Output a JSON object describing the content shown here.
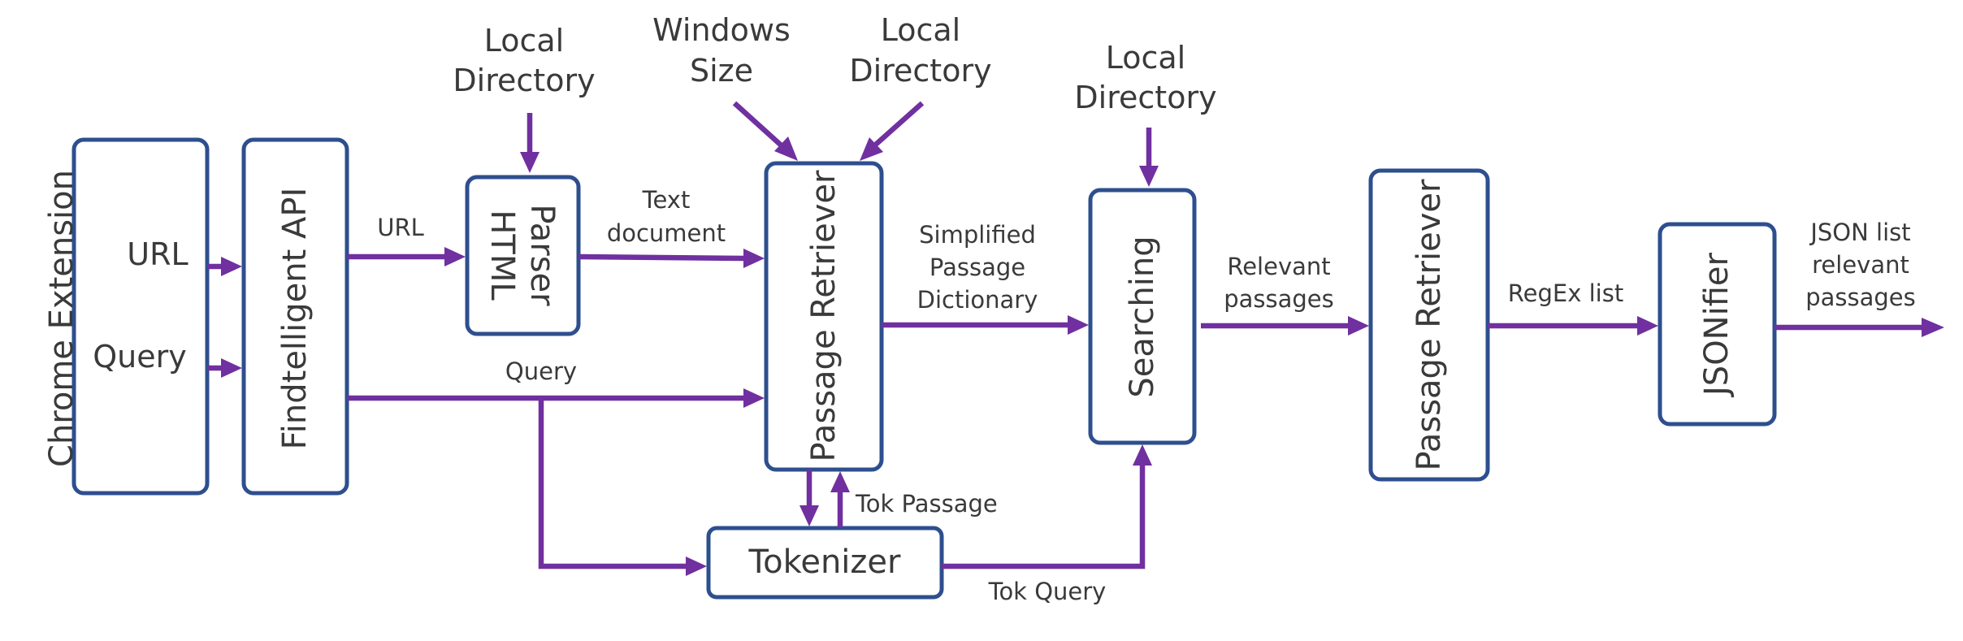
{
  "colors": {
    "box_stroke": "#2e4f8e",
    "arrow": "#7030a0",
    "text": "#3a3a3a",
    "background": "#ffffff"
  },
  "nodes": {
    "chrome_extension": {
      "label": "Chrome Extension",
      "url": "URL",
      "query": "Query"
    },
    "findtelligent_api": {
      "label": "Findtelligent API"
    },
    "html_parser": {
      "line1": "HTML",
      "line2": "Parser"
    },
    "passage_retriever_1": {
      "label": "Passage Retriever"
    },
    "tokenizer": {
      "label": "Tokenizer"
    },
    "searching": {
      "label": "Searching"
    },
    "passage_retriever_2": {
      "label": "Passage Retriever"
    },
    "jsonifier": {
      "label": "JSONifier"
    }
  },
  "inputs": {
    "local_directory_1": [
      "Local",
      "Directory"
    ],
    "windows_size": [
      "Windows",
      "Size"
    ],
    "local_directory_2": [
      "Local",
      "Directory"
    ],
    "local_directory_3": [
      "Local",
      "Directory"
    ]
  },
  "edges": {
    "url": "URL",
    "text_document": [
      "Text",
      "document"
    ],
    "query": "Query",
    "simplified_passage_dictionary": [
      "Simplified",
      "Passage",
      "Dictionary"
    ],
    "tok_passage": "Tok Passage",
    "tok_query": "Tok Query",
    "relevant_passages": [
      "Relevant",
      "passages"
    ],
    "regex_list": "RegEx list",
    "json_list_relevant_passages": [
      "JSON list",
      "relevant",
      "passages"
    ]
  }
}
